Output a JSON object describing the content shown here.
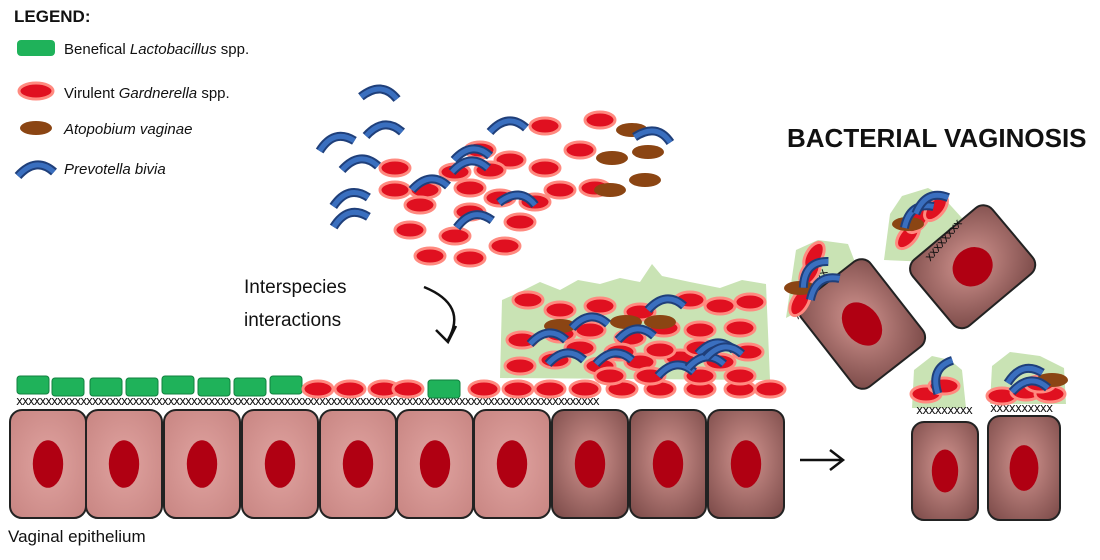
{
  "title": "BACTERIAL VAGINOSIS",
  "legend": {
    "heading": "LEGEND:",
    "items": [
      {
        "prefix": "Benefical ",
        "italic": "Lactobacillus",
        "suffix": " spp.",
        "icon": "green-rounded-rect",
        "color": "#1fb25a"
      },
      {
        "prefix": "Virulent ",
        "italic": "Gardnerella",
        "suffix": " spp.",
        "icon": "red-ellipse",
        "color": "#e01020"
      },
      {
        "prefix": "",
        "italic": "Atopobium vaginae",
        "suffix": "",
        "icon": "brown-ellipse",
        "color": "#8b4513"
      },
      {
        "prefix": "",
        "italic": "Prevotella bivia",
        "suffix": "",
        "icon": "blue-arc",
        "color": "#2e5fa8"
      }
    ]
  },
  "interaction_label": [
    "Interspecies",
    "interactions"
  ],
  "epithelium_label": "Vaginal epithelium",
  "colors": {
    "cell_fill": "#cf8a87",
    "cell_dark": "#a86663",
    "nucleus": "#b00012",
    "biofilm": "#c9e3b4",
    "junction": "xxxxxxx"
  }
}
